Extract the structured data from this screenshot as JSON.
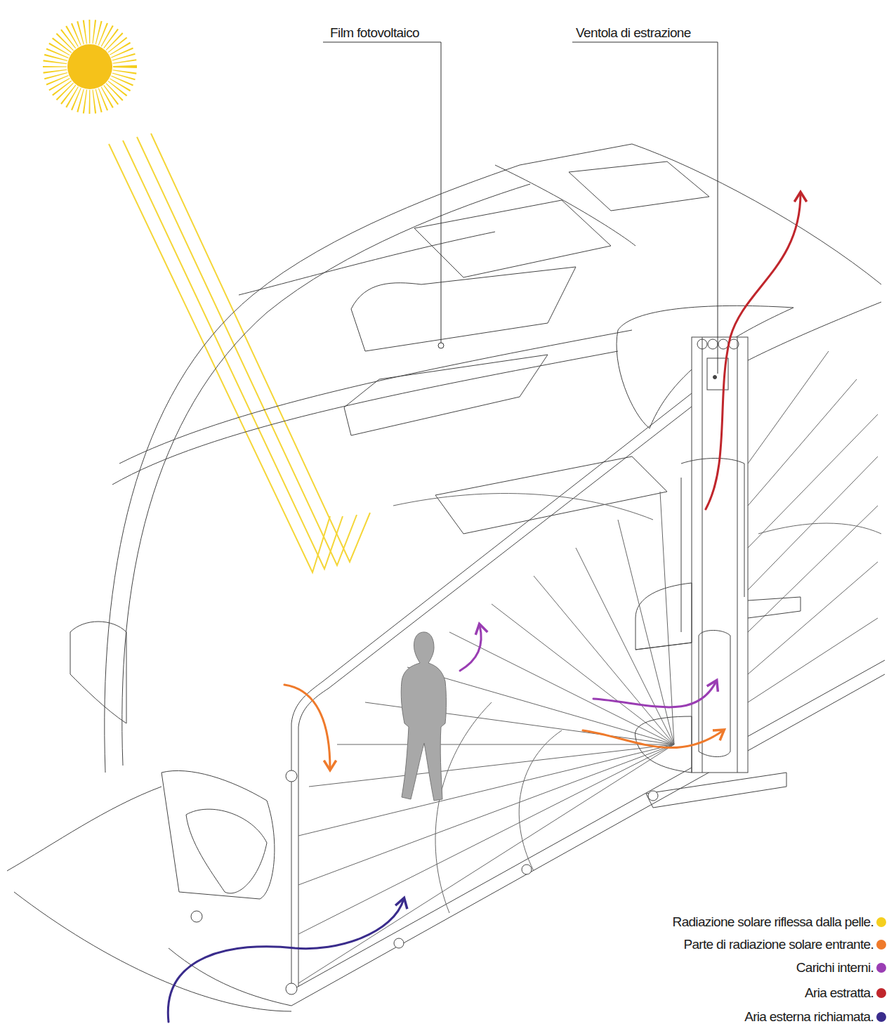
{
  "diagram": {
    "labels": [
      "Film fotovoltaico",
      "Ventola di estrazione"
    ],
    "legend": [
      {
        "text": "Radiazione solare riflessa dalla pelle.",
        "color": "#f5cf1e"
      },
      {
        "text": "Parte di radiazione solare entrante.",
        "color": "#ef7a2b"
      },
      {
        "text": "Carichi interni.",
        "color": "#9a3db3"
      },
      {
        "text": "Aria estratta.",
        "color": "#c0262c"
      },
      {
        "text": "Aria esterna richiamata.",
        "color": "#3a2c8c"
      }
    ]
  }
}
